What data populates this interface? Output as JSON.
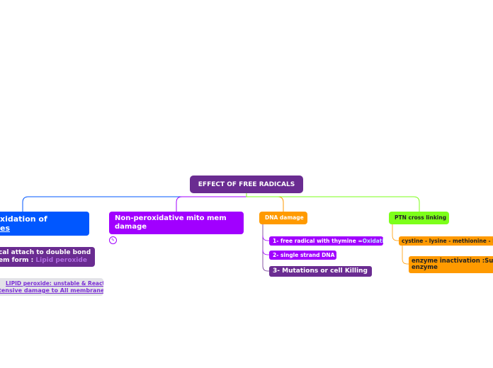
{
  "root": {
    "title": "EFFECT OF FREE RADICALS"
  },
  "branches": {
    "lipid": {
      "title_line1": "xidation of",
      "title_line2": "es",
      "sub1_line1": "cal attach to double bond",
      "sub1_line2": "em  form : ",
      "sub1_highlight": "Lipid peroxide",
      "sub2_line1": "LIPID peroxide: unstable & Reactive=",
      "sub2_line2": "tensive damage to All membranes"
    },
    "mito": {
      "title": "Non-peroxidative mito mem damage"
    },
    "dna": {
      "title": "DNA damage",
      "item1_text": "1- free radical with thymine =",
      "item1_highlight": "Oxidation",
      "item2": "2- single strand DNA",
      "item3": "3- Mutations or cell Killing"
    },
    "ptn": {
      "title": "PTN cross linking",
      "item1": "cystine - lysine - methionine - his",
      "item2_line1": "enzyme inactivation :Sulf",
      "item2_line2": "enzyme"
    }
  },
  "icons": {
    "note": "note-icon"
  },
  "colors": {
    "root": "#6a2c91",
    "lipid": "#0057ff",
    "mito": "#a100ff",
    "dna": "#ff9a00",
    "ptn": "#7dff1a"
  }
}
